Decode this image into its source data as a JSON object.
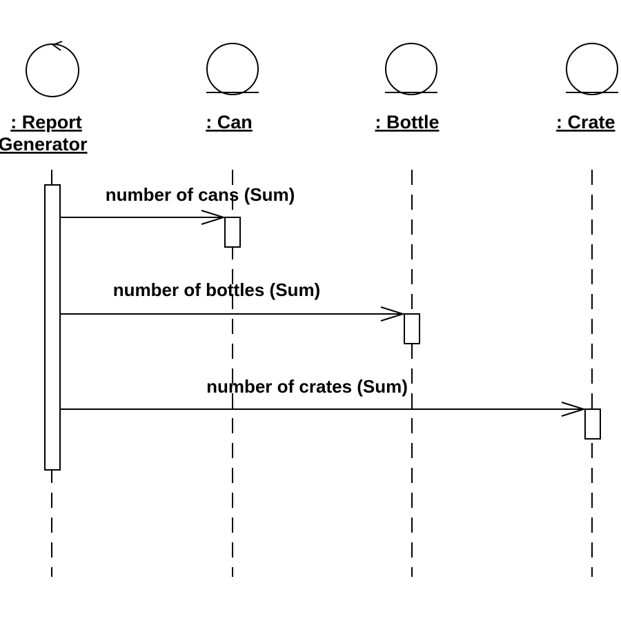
{
  "diagram": {
    "type": "uml-sequence",
    "participants": [
      {
        "id": "report-generator",
        "kind": "control",
        "name_lines": [
          ": Report",
          "Generator"
        ]
      },
      {
        "id": "can",
        "kind": "entity",
        "name_lines": [
          ": Can"
        ]
      },
      {
        "id": "bottle",
        "kind": "entity",
        "name_lines": [
          ": Bottle"
        ]
      },
      {
        "id": "crate",
        "kind": "entity",
        "name_lines": [
          ": Crate"
        ]
      }
    ],
    "messages": [
      {
        "from": "report-generator",
        "to": "can",
        "label": "number of cans (Sum)"
      },
      {
        "from": "report-generator",
        "to": "bottle",
        "label": "number of bottles (Sum)"
      },
      {
        "from": "report-generator",
        "to": "crate",
        "label": "number of crates (Sum)"
      }
    ]
  }
}
